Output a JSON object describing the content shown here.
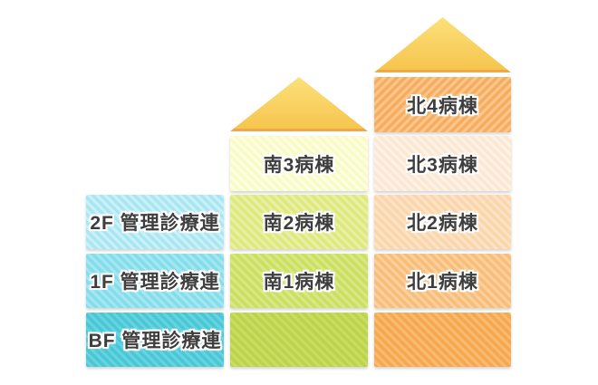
{
  "page": {
    "background": "#ffffff",
    "text_color": "#3e3e3e",
    "text_halo": "#ffffff"
  },
  "roof": {
    "top": "#fce07a",
    "bottom": "#f6c54e",
    "edge": "#eba94a"
  },
  "blocks": {
    "admin2f": {
      "label": "2F 管理診療連",
      "base": "#a9e6f1",
      "stripe": "#c8f1f8"
    },
    "admin1f": {
      "label": "1F 管理診療連",
      "base": "#85dcea",
      "stripe": "#a3e8f1"
    },
    "adminbf": {
      "label": "BF 管理診療連",
      "base": "#4ac7d6",
      "stripe": "#66d3df"
    },
    "south3": {
      "label": "南3病棟",
      "base": "#f9fbc6",
      "stripe": "#fdfee2"
    },
    "south2": {
      "label": "南2病棟",
      "base": "#dde97e",
      "stripe": "#e9f0a2"
    },
    "south1": {
      "label": "南1病棟",
      "base": "#cbdf63",
      "stripe": "#d9e885"
    },
    "southbase": {
      "label": "",
      "base": "#bdd348",
      "stripe": "#c9dc66"
    },
    "north4": {
      "label": "北4病棟",
      "base": "#f7ad5f",
      "stripe": "#fac68c"
    },
    "north3": {
      "label": "北3病棟",
      "base": "#fbe7d2",
      "stripe": "#fdf2e6"
    },
    "north2": {
      "label": "北2病棟",
      "base": "#fbd6ab",
      "stripe": "#fde3c6"
    },
    "north1": {
      "label": "北1病棟",
      "base": "#f8bd7b",
      "stripe": "#fbd09b"
    },
    "northbase": {
      "label": "",
      "base": "#f5a84d",
      "stripe": "#f8bb70"
    }
  }
}
